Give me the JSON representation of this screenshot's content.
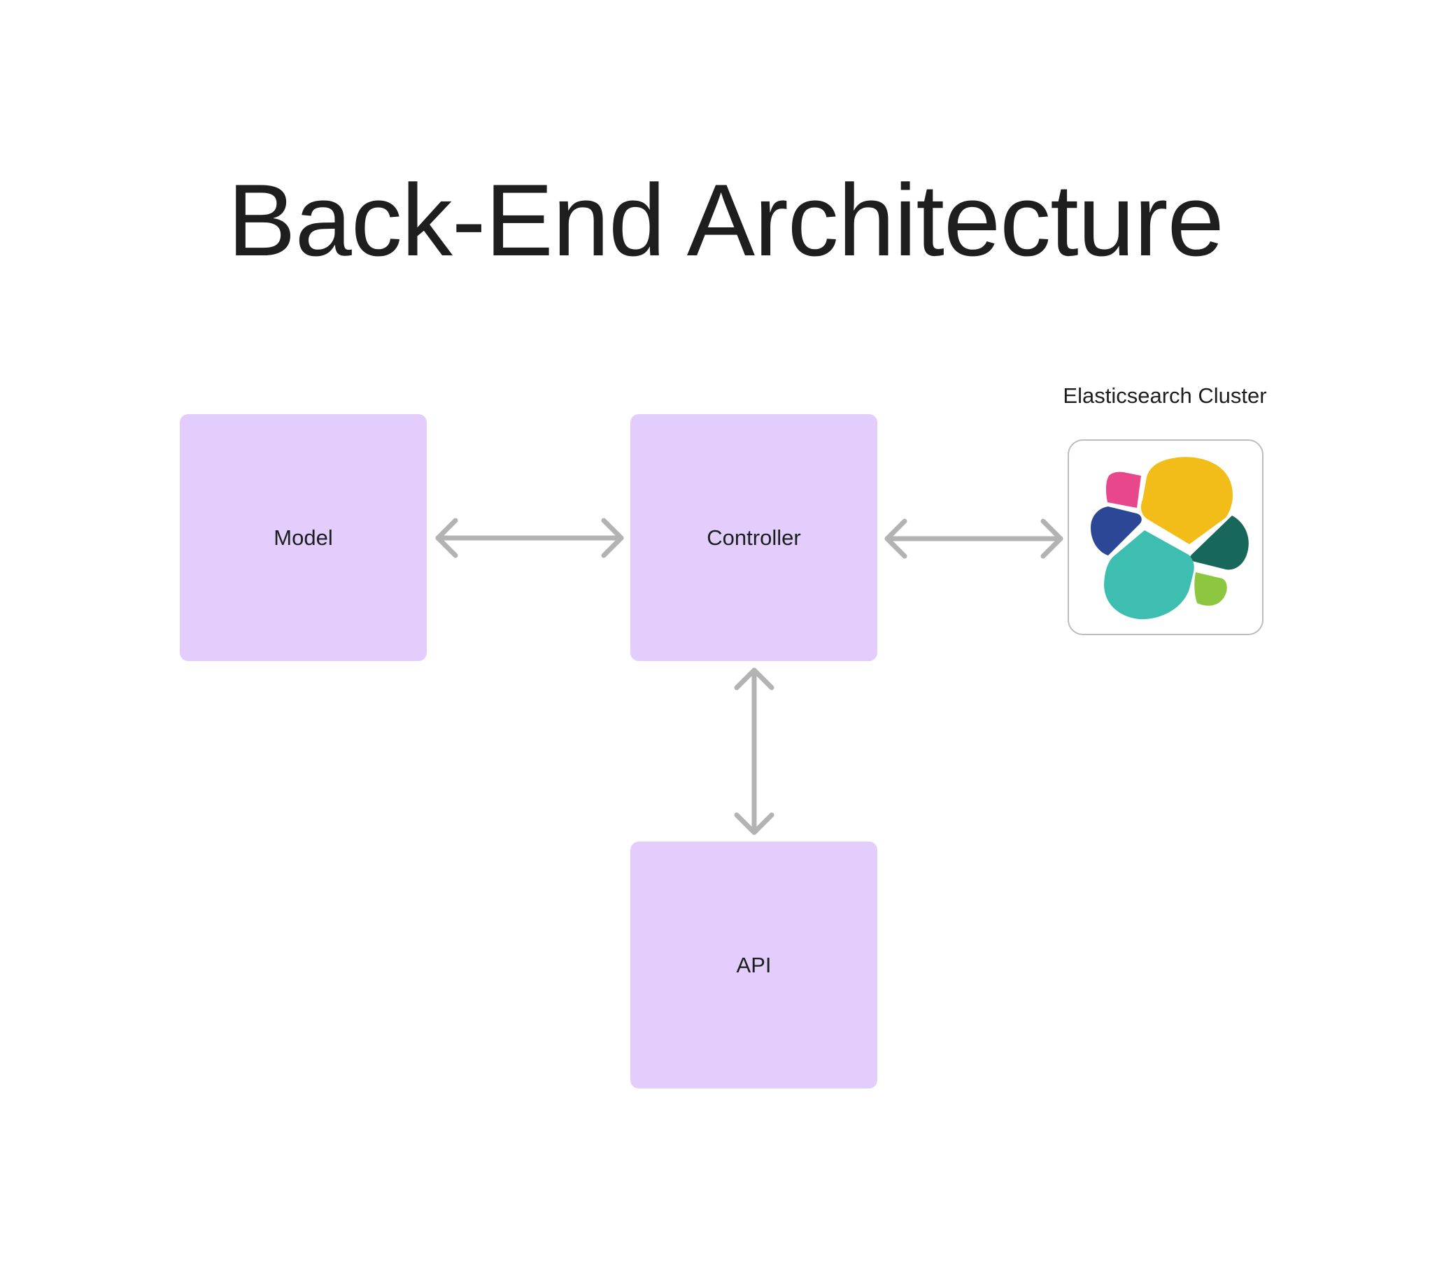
{
  "diagram": {
    "title": "Back-End Architecture",
    "nodes": {
      "model": "Model",
      "controller": "Controller",
      "api": "API"
    },
    "cluster": {
      "label": "Elasticsearch Cluster",
      "icon": "elasticsearch-logo-icon"
    },
    "connections": [
      {
        "from": "Model",
        "to": "Controller",
        "type": "bidirectional"
      },
      {
        "from": "Controller",
        "to": "Elasticsearch Cluster",
        "type": "bidirectional"
      },
      {
        "from": "Controller",
        "to": "API",
        "type": "bidirectional"
      }
    ],
    "colors": {
      "node_fill": "#e3cdfd",
      "connector": "#b3b3b3",
      "text": "#1e1e1e",
      "logo_yellow": "#f3bd19",
      "logo_teal": "#3ebeb0",
      "logo_pink": "#e9478b",
      "logo_navy": "#2c4795",
      "logo_green_dark": "#17685a",
      "logo_green_light": "#8dc63f"
    }
  }
}
